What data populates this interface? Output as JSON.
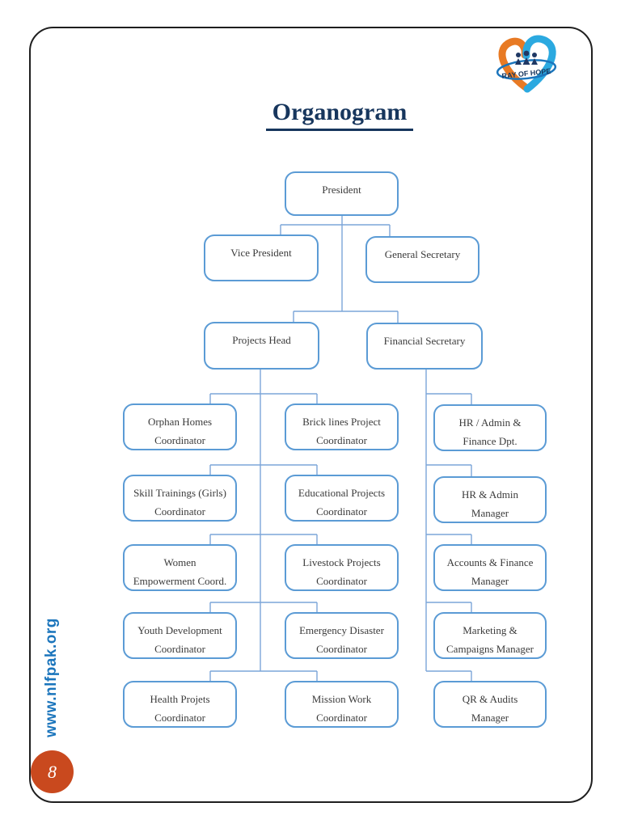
{
  "page": {
    "title": "Organogram",
    "page_number": "8",
    "website": "www.nlfpak.org"
  },
  "logo": {
    "name": "ray-of-hope-logo",
    "text": "RAY OF HOPE"
  },
  "colors": {
    "box_border": "#5B9BD5",
    "connector": "#7CA5D8",
    "title": "#17365D",
    "website_text": "#1B75BC",
    "page_badge": "#C9491E",
    "logo_orange": "#E87A24",
    "logo_blue": "#2BA9E0",
    "logo_navy": "#1F3864"
  },
  "chart": {
    "type": "org-chart",
    "nodes": [
      {
        "id": "president",
        "lines": [
          "President"
        ]
      },
      {
        "id": "vice-president",
        "lines": [
          "Vice President"
        ]
      },
      {
        "id": "general-secretary",
        "lines": [
          "General Secretary"
        ]
      },
      {
        "id": "projects-head",
        "lines": [
          "Projects Head"
        ]
      },
      {
        "id": "financial-secretary",
        "lines": [
          "Financial Secretary"
        ]
      },
      {
        "id": "orphan-homes-coordinator",
        "lines": [
          "Orphan Homes",
          "Coordinator"
        ]
      },
      {
        "id": "brick-lines-project-coordinator",
        "lines": [
          "Brick lines Project",
          "Coordinator"
        ]
      },
      {
        "id": "hr-admin-finance-dpt",
        "lines": [
          "HR / Admin &",
          "Finance Dpt."
        ]
      },
      {
        "id": "skill-trainings-girls-coordinator",
        "lines": [
          "Skill Trainings (Girls)",
          "Coordinator"
        ]
      },
      {
        "id": "educational-projects-coordinator",
        "lines": [
          "Educational Projects",
          "Coordinator"
        ]
      },
      {
        "id": "hr-admin-manager",
        "lines": [
          "HR & Admin",
          "Manager"
        ]
      },
      {
        "id": "women-empowerment-coord",
        "lines": [
          "Women",
          "Empowerment Coord."
        ]
      },
      {
        "id": "livestock-projects-coordinator",
        "lines": [
          "Livestock Projects",
          "Coordinator"
        ]
      },
      {
        "id": "accounts-finance-manager",
        "lines": [
          "Accounts & Finance",
          "Manager"
        ]
      },
      {
        "id": "youth-development-coordinator",
        "lines": [
          "Youth Development",
          "Coordinator"
        ]
      },
      {
        "id": "emergency-disaster-coordinator",
        "lines": [
          "Emergency Disaster",
          "Coordinator"
        ]
      },
      {
        "id": "marketing-campaigns-manager",
        "lines": [
          "Marketing &",
          "Campaigns Manager"
        ]
      },
      {
        "id": "health-projets-coordinator",
        "lines": [
          "Health Projets",
          "Coordinator"
        ]
      },
      {
        "id": "mission-work-coordinator",
        "lines": [
          "Mission Work",
          "Coordinator"
        ]
      },
      {
        "id": "qr-audits-manager",
        "lines": [
          "QR & Audits",
          "Manager"
        ]
      }
    ]
  }
}
